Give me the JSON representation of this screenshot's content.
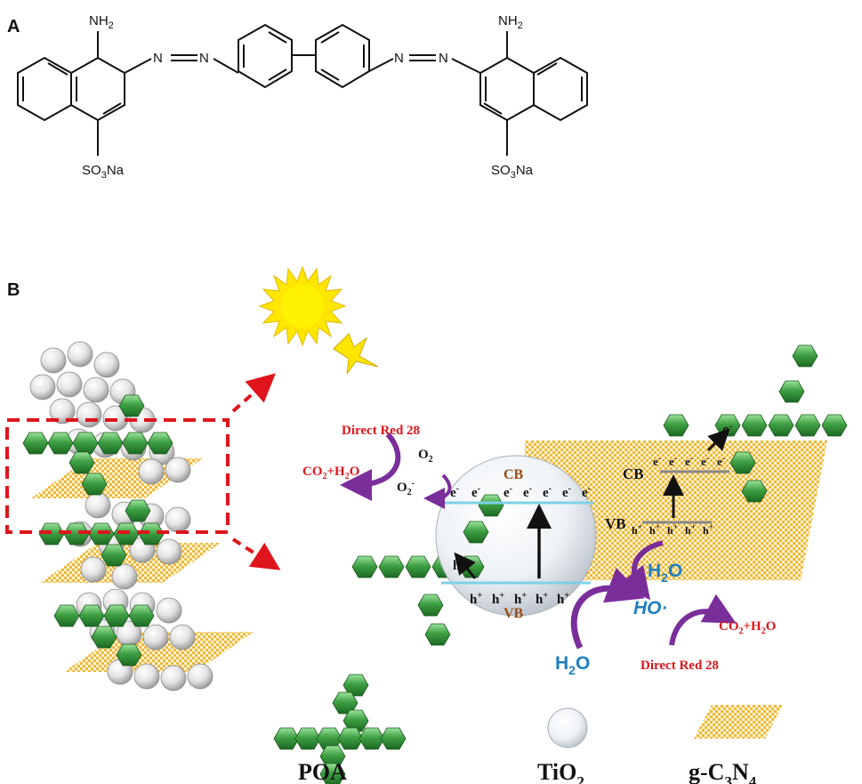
{
  "panels": {
    "a_label": "A",
    "b_label": "B"
  },
  "structure": {
    "nh2": "NH",
    "nh2_sub": "2",
    "so3na_pre": "SO",
    "so3na_sub": "3",
    "so3na_post": "Na",
    "azo_n": "N"
  },
  "mechanism": {
    "dye_left": "Direct Red 28",
    "dye_right": "Direct Red 28",
    "products_left": {
      "a": "CO",
      "a_sub": "2",
      "b": "+H",
      "b_sub": "2",
      "c": "O"
    },
    "products_right": {
      "a": "CO",
      "a_sub": "2",
      "b": "+H",
      "b_sub": "2",
      "c": "O"
    },
    "o2": {
      "base": "O",
      "sub": "2"
    },
    "superoxide": {
      "base": "O",
      "sub": "2",
      "sup": "-"
    },
    "tio2_cb": "CB",
    "tio2_vb": "VB",
    "gcn_cb": "CB",
    "gcn_vb": "VB",
    "electron": {
      "base": "e",
      "sup": "-"
    },
    "hole": {
      "base": "h",
      "sup": "+"
    },
    "water_a": {
      "base": "H",
      "sub": "2",
      "post": "O"
    },
    "water_b": {
      "base": "H",
      "sub": "2",
      "post": "O"
    },
    "hydroxyl": "HO·"
  },
  "legend": {
    "poa": "POA",
    "tio2": {
      "base": "TiO",
      "sub": "2"
    },
    "gcn": {
      "a": "g-C",
      "a_sub": "3",
      "b": "N",
      "b_sub": "4"
    }
  },
  "colors": {
    "hexagon_green": "#2f8f36",
    "sheet_yellow": "#f4b63a",
    "arrow_purple": "#7a2e9a",
    "dashed_red": "#e0141c",
    "sun_yellow": "#ffe600",
    "band_blue": "#7fd0e8"
  }
}
